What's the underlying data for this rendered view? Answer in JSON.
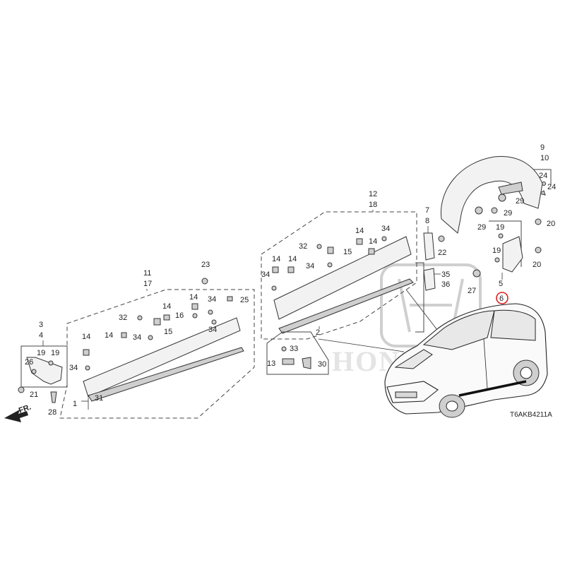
{
  "diagram": {
    "code": "T6AKB4211A",
    "front_label": "FR.",
    "brand_watermark": "HONDA",
    "highlight_color": "#e02020",
    "highlighted_part": "6",
    "callouts": {
      "c1": "1",
      "c2": "2",
      "c3": "3",
      "c4": "4",
      "c5": "5",
      "c6": "6",
      "c7": "7",
      "c8": "8",
      "c9": "9",
      "c10": "10",
      "c11": "11",
      "c12": "12",
      "c13": "13",
      "c14": "14",
      "c15": "15",
      "c16": "16",
      "c17": "17",
      "c18": "18",
      "c19": "19",
      "c20": "20",
      "c21": "21",
      "c22": "22",
      "c23": "23",
      "c24": "24",
      "c25": "25",
      "c26": "26",
      "c27": "27",
      "c28": "28",
      "c29": "29",
      "c30": "30",
      "c31": "31",
      "c32": "32",
      "c33": "33",
      "c34": "34",
      "c35": "35",
      "c36": "36"
    }
  }
}
